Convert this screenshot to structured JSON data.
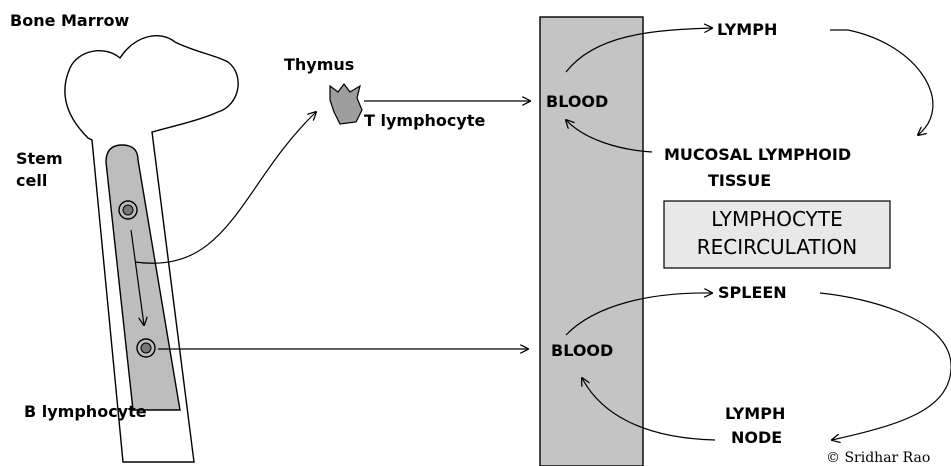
{
  "labels": {
    "bone_marrow": "Bone Marrow",
    "thymus": "Thymus",
    "stem_line1": "Stem",
    "stem_line2": "cell",
    "t_lymphocyte": "T lymphocyte",
    "b_lymphocyte": "B lymphocyte",
    "blood_top": "BLOOD",
    "blood_bottom": "BLOOD",
    "lymph": "LYMPH",
    "mucosal_line1": "MUCOSAL LYMPHOID",
    "mucosal_line2": "TISSUE",
    "spleen": "SPLEEN",
    "lymph_node_line1": "LYMPH",
    "lymph_node_line2": "NODE"
  },
  "title_box": {
    "line1": "LYMPHOCYTE",
    "line2": "RECIRCULATION"
  },
  "credit": "© Sridhar Rao",
  "colors": {
    "blood_band": "#c4c4c4",
    "marrow_fill": "#bdbdbd",
    "box_fill": "#e8e8e8",
    "stroke": "#000000"
  }
}
